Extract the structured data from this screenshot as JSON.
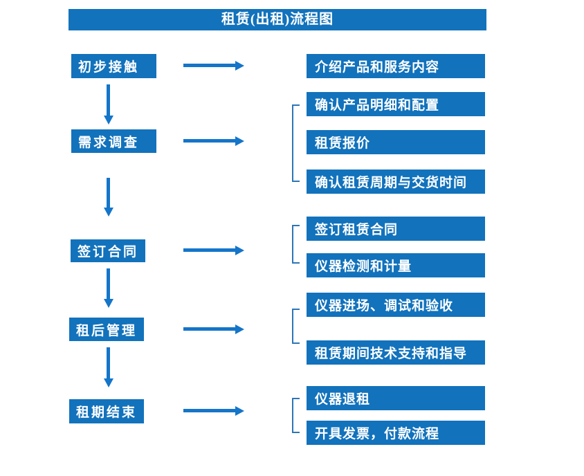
{
  "title": "租赁(出租)流程图",
  "steps": [
    {
      "label": "初步接触",
      "details": [
        "介绍产品和服务内容"
      ]
    },
    {
      "label": "需求调查",
      "details": [
        "确认产品明细和配置",
        "租赁报价",
        "确认租赁周期与交货时间"
      ]
    },
    {
      "label": "签订合同",
      "details": [
        "签订租赁合同",
        "仪器检测和计量"
      ]
    },
    {
      "label": "租后管理",
      "details": [
        "仪器进场、调试和验收",
        "租赁期间技术支持和指导"
      ]
    },
    {
      "label": "租期结束",
      "details": [
        "仪器退租",
        "开具发票，付款流程"
      ]
    }
  ],
  "colors": {
    "box_fill": "#1272bc",
    "arrow": "#1475c9",
    "bracket": "#2e75b6",
    "text": "#ffffff",
    "background": "#ffffff"
  }
}
